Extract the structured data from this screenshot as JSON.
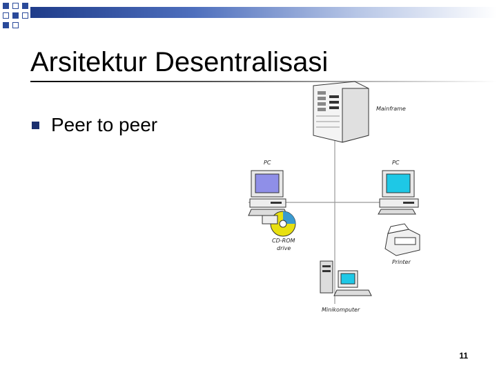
{
  "slide": {
    "title": "Arsitektur Desentralisasi",
    "bullets": [
      {
        "text": "Peer to peer"
      }
    ],
    "page_number": "11"
  },
  "diagram": {
    "labels": {
      "mainframe": "Mainframe",
      "pc_left": "PC",
      "pc_right": "PC",
      "cdrom_line1": "CD-ROM",
      "cdrom_line2": "drive",
      "printer": "Printer",
      "minikomputer": "Minikomputer"
    }
  },
  "colors": {
    "accent": "#1a2f6f",
    "screen_left": "#8f8fe8",
    "screen_right": "#1ec8e6",
    "disc": "#e8e010"
  }
}
